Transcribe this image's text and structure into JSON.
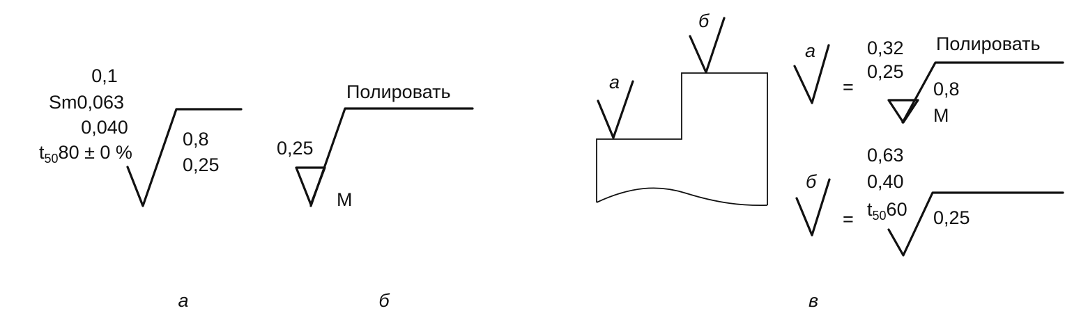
{
  "colors": {
    "ink": "#111111",
    "paper": "#ffffff"
  },
  "figure_a": {
    "line1": "0,1",
    "line2": "Sm0,063",
    "line3": "0,040",
    "line4_sym": "t",
    "line4_sub": "50",
    "line4_rest": "80 ± 0 %",
    "right1": "0,8",
    "right2": "0,25",
    "caption": "а"
  },
  "figure_b": {
    "process": "Полировать",
    "value": "0,25",
    "direction": "М",
    "caption": "б"
  },
  "figure_v": {
    "surface_a": "а",
    "surface_b": "б",
    "key_a": {
      "label": "а",
      "equals": "=",
      "top1": "0,32",
      "top2": "0,25",
      "process": "Полировать",
      "right": "0,8",
      "direction": "М"
    },
    "key_b": {
      "label": "б",
      "equals": "=",
      "top1": "0,63",
      "top2": "0,40",
      "sym": "t",
      "sub": "50",
      "rest": "60",
      "right": "0,25"
    },
    "caption": "в"
  }
}
